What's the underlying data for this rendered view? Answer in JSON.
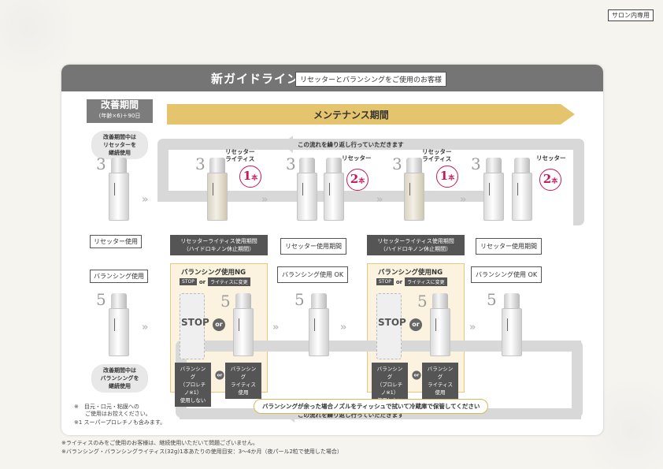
{
  "tag": "サロン内専用",
  "header": {
    "title": "新ガイドライン",
    "subtitle": "リセッターとバランシングをご使用のお客様"
  },
  "kaizen": {
    "label": "改善期間",
    "sub": "(年齢×6)＋90日",
    "note_top": "改善期間中は\nリセッターを\n継続使用",
    "note_bottom": "改善期間中は\nバランシングを\n継続使用"
  },
  "maintenance_label": "メンテナンス期間",
  "loop_text": "この流れを繰り返し行っていただきます",
  "labels": {
    "resetter": "リセッター",
    "resetter_lightis": "リセッター\nライティス",
    "resetter_use": "リセッター使用",
    "balancing_use": "バランシング使用",
    "resetter_lightis_period": "リセッターライティス使用期間\n（ハイドロキノン休止期間）",
    "resetter_period": "リセッター使用期間",
    "balancing_ok": "バランシング使用 OK",
    "balancing_ng": "バランシング使用NG",
    "ng_sub_stop": "STOP",
    "ng_sub_or": "or",
    "ng_sub_change": "ライティスに変更",
    "stop": "STOP",
    "or": "or",
    "opt_a": "バランシング\n（プロレチノ※1）\n使用しない",
    "opt_b": "バランシング\nライティス\n使用"
  },
  "numbers": {
    "three": "3",
    "five": "5",
    "one": "1",
    "two": "2",
    "hon": "本"
  },
  "bottom_note": "バランシングが余った場合ノズルをティッシュで拭いて冷蔵庫で保管してください",
  "notes": {
    "n1": "※　目元・口元・粘膜への\n　　ご使用はお控えください。",
    "n2": "※1 スーパープロレチノも含みます。"
  },
  "footer": {
    "line1": "※ライティスのみをご使用のお客様は、継続使用いただいて問題ございません。",
    "line2": "※バランシング・バランシングライティス(32g)1本あたりの使用目安：3〜4か月（夜パール2粒で使用した場合）"
  },
  "colors": {
    "header": "#757575",
    "gold": "#e3c15a",
    "badge": "#c2185b"
  }
}
